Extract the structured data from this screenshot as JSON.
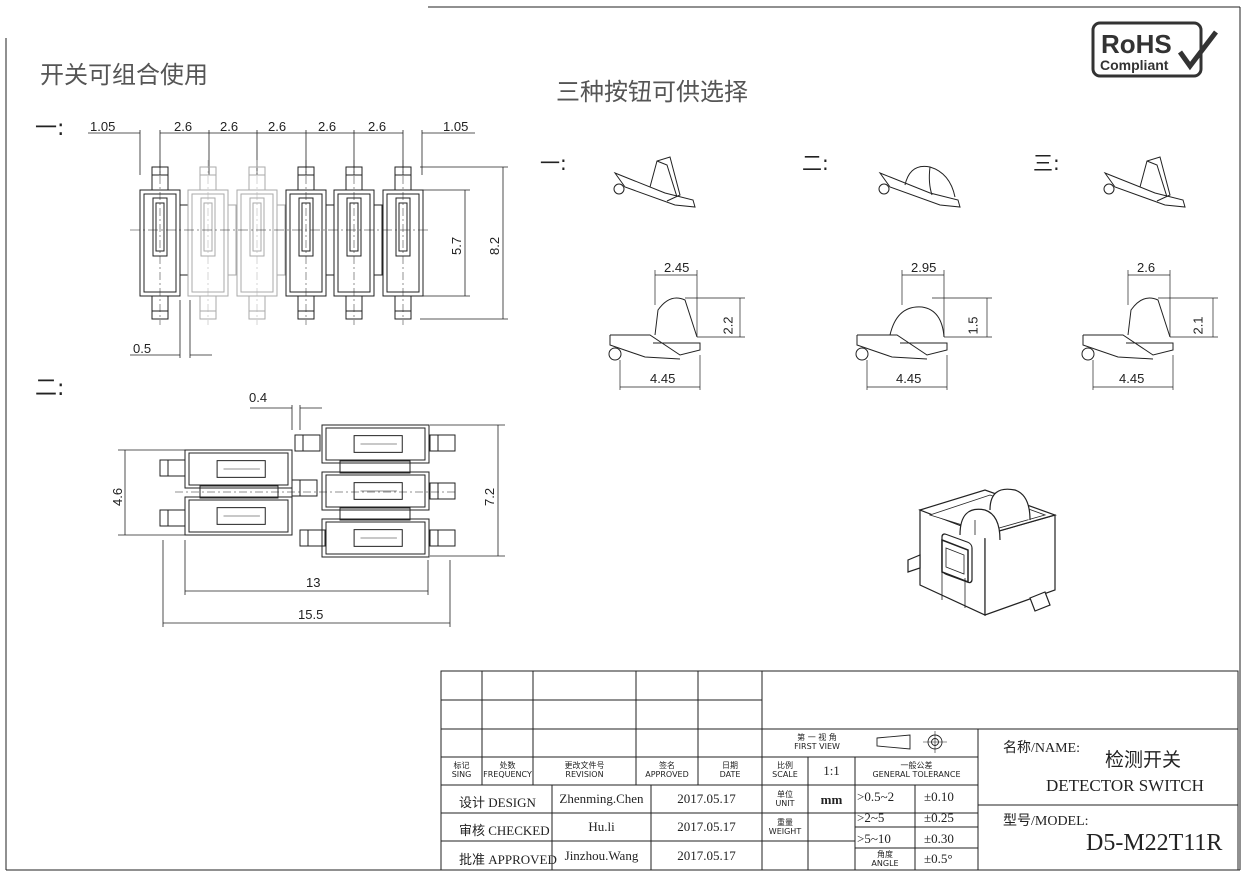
{
  "header": {
    "combine_title": "开关可组合使用",
    "buttons_title": "三种按钮可供选择",
    "rohs_main": "RoHS",
    "rohs_sub": "Compliant"
  },
  "layout1": {
    "label": "一:",
    "top_dims": [
      "1.05",
      "2.6",
      "2.6",
      "2.6",
      "2.6",
      "2.6",
      "1.05"
    ],
    "height_inner": "5.7",
    "height_outer": "8.2",
    "pin_dim": "0.5"
  },
  "layout2": {
    "label": "二:",
    "gap_dim": "0.4",
    "height_left": "4.6",
    "height_right": "7.2",
    "width_inner": "13",
    "width_outer": "15.5"
  },
  "buttons": [
    {
      "label": "一:",
      "top_w": "2.45",
      "height": "2.2",
      "base_w": "4.45"
    },
    {
      "label": "二:",
      "top_w": "2.95",
      "height": "1.5",
      "base_w": "4.45"
    },
    {
      "label": "三:",
      "top_w": "2.6",
      "height": "2.1",
      "base_w": "4.45"
    }
  ],
  "title_block": {
    "rev_headers": [
      {
        "cn": "标记",
        "en": "SING"
      },
      {
        "cn": "处数",
        "en": "FREQUENCY"
      },
      {
        "cn": "更改文件号",
        "en": "REVISION"
      },
      {
        "cn": "签名",
        "en": "APPROVED"
      },
      {
        "cn": "日期",
        "en": "DATE"
      }
    ],
    "view_cn": "第 一 视 角",
    "view_en": "FIRST VIEW",
    "scale_cn": "比例",
    "scale_en": "SCALE",
    "scale_value": "1:1",
    "tol_cn": "一般公差",
    "tol_en": "GENERAL TOLERANCE",
    "unit_cn": "单位",
    "unit_en": "UNIT",
    "unit_value": "mm",
    "weight_cn": "重量",
    "weight_en": "WEIGHT",
    "angle_cn": "角度",
    "angle_en": "ANGLE",
    "tolerances": [
      {
        "range": ">0.5~2",
        "value": "±0.10"
      },
      {
        "range": ">2~5",
        "value": "±0.25"
      },
      {
        "range": ">5~10",
        "value": "±0.30"
      }
    ],
    "angle_value": "±0.5°",
    "signoffs": [
      {
        "role": "设计 DESIGN",
        "name": "Zhenming.Chen",
        "date": "2017.05.17"
      },
      {
        "role": "审核 CHECKED",
        "name": "Hu.li",
        "date": "2017.05.17"
      },
      {
        "role": "批准 APPROVED",
        "name": "Jinzhou.Wang",
        "date": "2017.05.17"
      }
    ],
    "name_label": "名称/NAME:",
    "name_cn": "检测开关",
    "name_en": "DETECTOR  SWITCH",
    "model_label": "型号/MODEL:",
    "model_value": "D5-M22T11R"
  }
}
